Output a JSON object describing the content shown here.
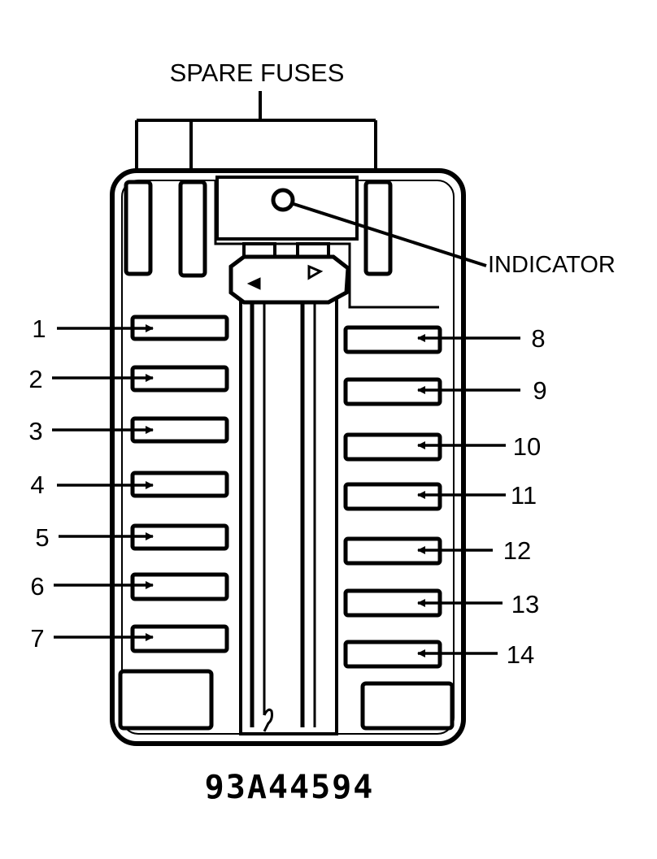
{
  "labels": {
    "spare_fuses": "SPARE FUSES",
    "indicator": "INDICATOR",
    "figure_code": "93A44594"
  },
  "left_fuses": [
    "1",
    "2",
    "3",
    "4",
    "5",
    "6",
    "7"
  ],
  "right_fuses": [
    "8",
    "9",
    "10",
    "11",
    "12",
    "13",
    "14"
  ],
  "colors": {
    "ink": "#000000",
    "paper": "#ffffff"
  }
}
